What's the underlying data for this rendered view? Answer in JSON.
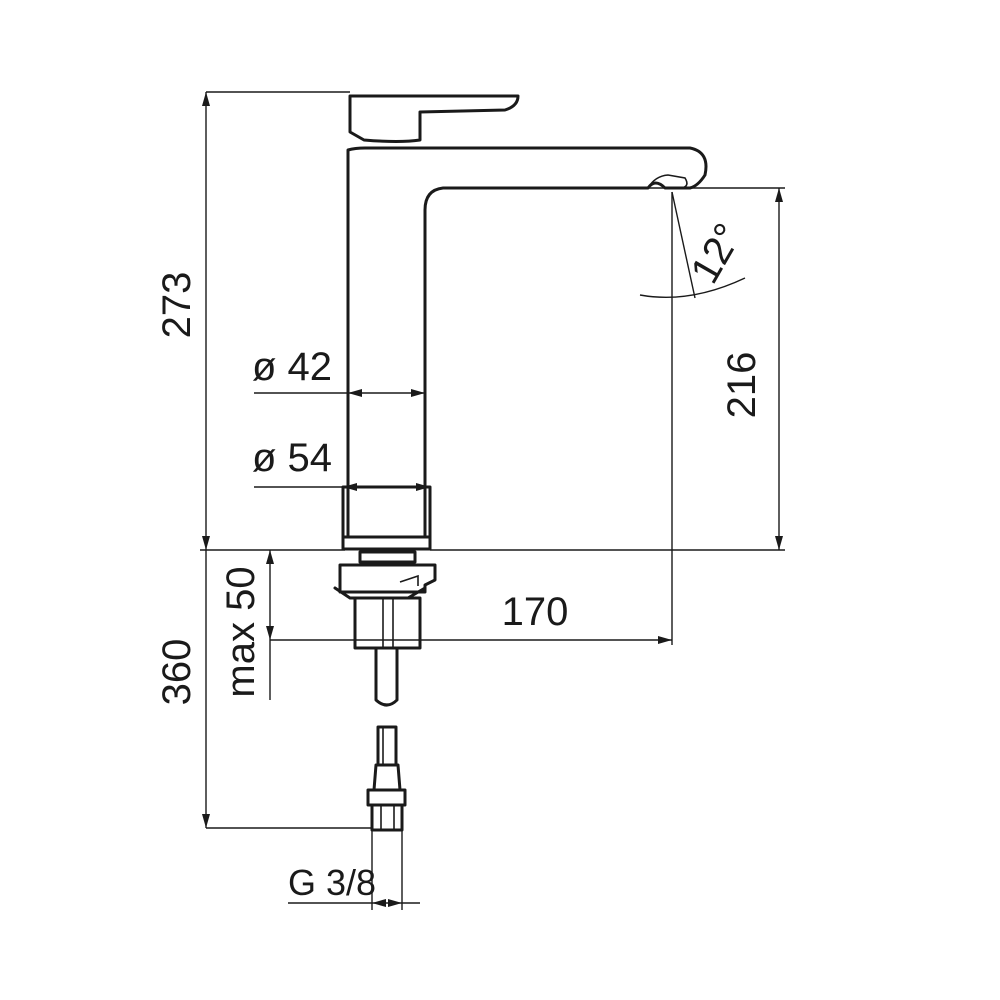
{
  "drawing": {
    "dimensions": {
      "total_height": "273",
      "spout_height": "216",
      "reach": "170",
      "body_diameter": "ø 42",
      "base_diameter": "ø 54",
      "under_counter": "360",
      "max_thickness": "max 50",
      "connection": "G 3/8",
      "spout_angle": "12°"
    }
  }
}
